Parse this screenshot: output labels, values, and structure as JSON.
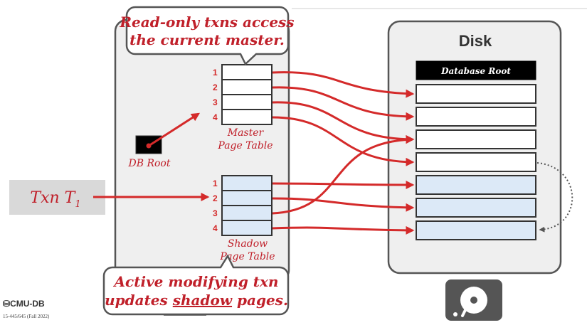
{
  "callout_top": {
    "line1": "Read-only txns access",
    "line2": "the current master."
  },
  "callout_bottom": {
    "line1": "Active modifying txn",
    "line2_prefix": "updates ",
    "line2_underlined": "shadow",
    "line2_suffix": " pages."
  },
  "disk": {
    "title": "Disk",
    "root_label": "Database Root"
  },
  "master_table": {
    "label_line1": "Master",
    "label_line2": "Page Table",
    "rows": [
      "1",
      "2",
      "3",
      "4"
    ]
  },
  "shadow_table": {
    "label_line1": "Shadow",
    "label_line2": "Page Table",
    "rows": [
      "1",
      "2",
      "3",
      "4"
    ]
  },
  "db_root_label": "DB Root",
  "txn_label": "Txn T",
  "txn_subscript": "1",
  "footer": {
    "logo": "CMU-DB",
    "course": "15-445/645 (Fall 2022)"
  },
  "colors": {
    "red": "#d42a2a",
    "shadow_fill": "#dce9f7",
    "panel": "#efefef",
    "txn_bg": "#d9d9d9"
  }
}
